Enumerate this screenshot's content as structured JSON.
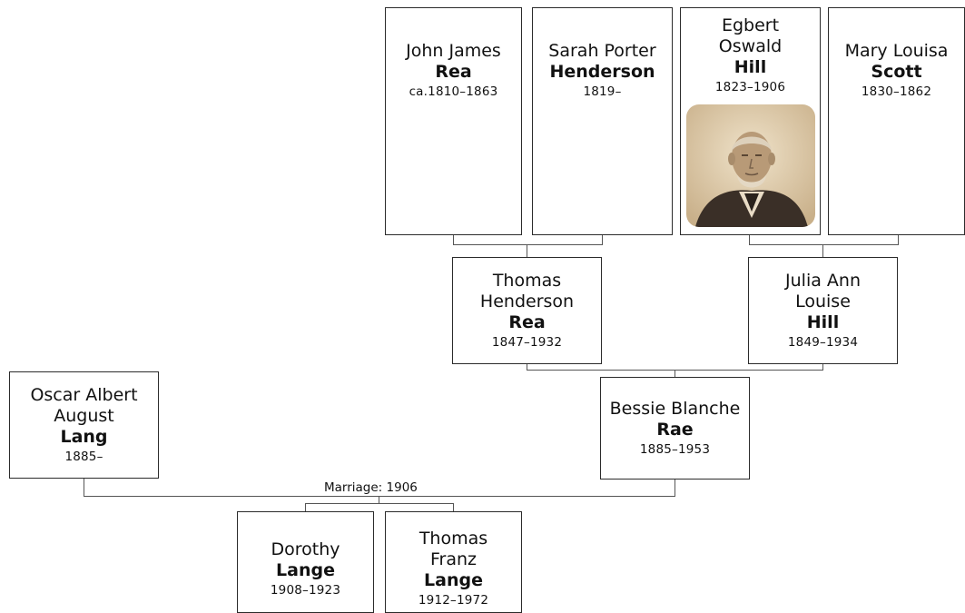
{
  "tree": {
    "people": [
      {
        "given": "John James",
        "surname": "Rea",
        "dates": "ca.1810–1863"
      },
      {
        "given": "Sarah Porter",
        "surname": "Henderson",
        "dates": "1819–"
      },
      {
        "given": "Egbert Oswald",
        "surname": "Hill",
        "dates": "1823–1906",
        "photo": "portrait-photo"
      },
      {
        "given": "Mary Louisa",
        "surname": "Scott",
        "dates": "1830–1862"
      },
      {
        "given": "Thomas Henderson",
        "surname": "Rea",
        "dates": "1847–1932"
      },
      {
        "given": "Julia Ann Louise",
        "surname": "Hill",
        "dates": "1849–1934"
      },
      {
        "given": "Oscar Albert August",
        "surname": "Lang",
        "dates": "1885–"
      },
      {
        "given": "Bessie Blanche",
        "surname": "Rae",
        "dates": "1885–1953"
      },
      {
        "given": "Dorothy",
        "surname": "Lange",
        "dates": "1908–1923"
      },
      {
        "given": "Thomas Franz",
        "surname": "Lange",
        "dates": "1912–1972"
      }
    ],
    "marriage_label": "Marriage: 1906"
  }
}
